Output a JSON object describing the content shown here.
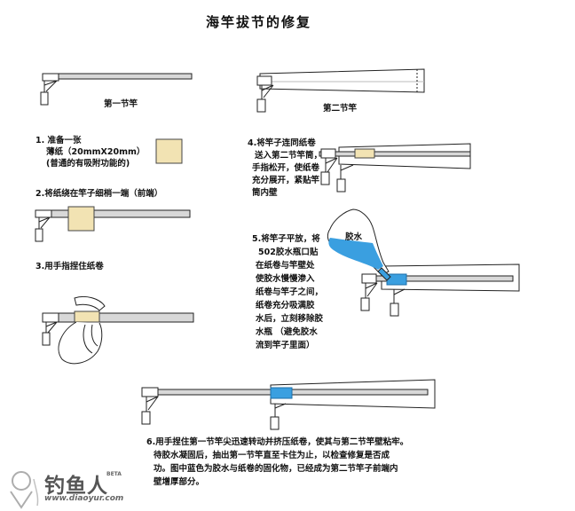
{
  "title": "海竿拔节的修复",
  "labels": {
    "rod1": "第一节竿",
    "rod2": "第二节竿",
    "glue": "胶水"
  },
  "steps": {
    "s1_l1": "1. 准备一张",
    "s1_l2": "薄纸（20mmX20mm）",
    "s1_l3": "(普通的有吸附功能的)",
    "s2": "2.将纸绕在竿子细梢一端（前端）",
    "s3": "3.用手指捏住纸卷",
    "s4": [
      "4.将竿子连同纸卷",
      "送入第二节竿筒，",
      "手指松开，使纸卷",
      "充分展开，紧贴竿",
      "筒内壁"
    ],
    "s5": [
      "5.将竿子平放，将",
      "502胶水瓶口贴",
      "在纸卷与竿壁处",
      "使胶水慢慢渗入",
      "纸卷与竿子之间，",
      "纸卷充分吸满胶",
      "水后，立刻移除胶",
      "水瓶 （避免胶水",
      "流到竿子里面）"
    ],
    "s6": [
      "6.用手捏住第一节竿尖迅速转动并挤压纸卷，使其与第二节竿壁粘牢。",
      "待胶水凝固后，抽出第一节竿直至卡住为止，以检查修复是否成",
      "功。图中蓝色为胶水与纸卷的固化物，已经成为第二节竿子前端内",
      "壁增厚部分。"
    ]
  },
  "watermark": {
    "brand": "钓鱼人",
    "beta": "BETA",
    "url": "www.diaoyur.com"
  },
  "colors": {
    "rod": "#d8d8d8",
    "paper": "#f2e3b3",
    "glue": "#3a9fe0",
    "outline": "#222222"
  }
}
